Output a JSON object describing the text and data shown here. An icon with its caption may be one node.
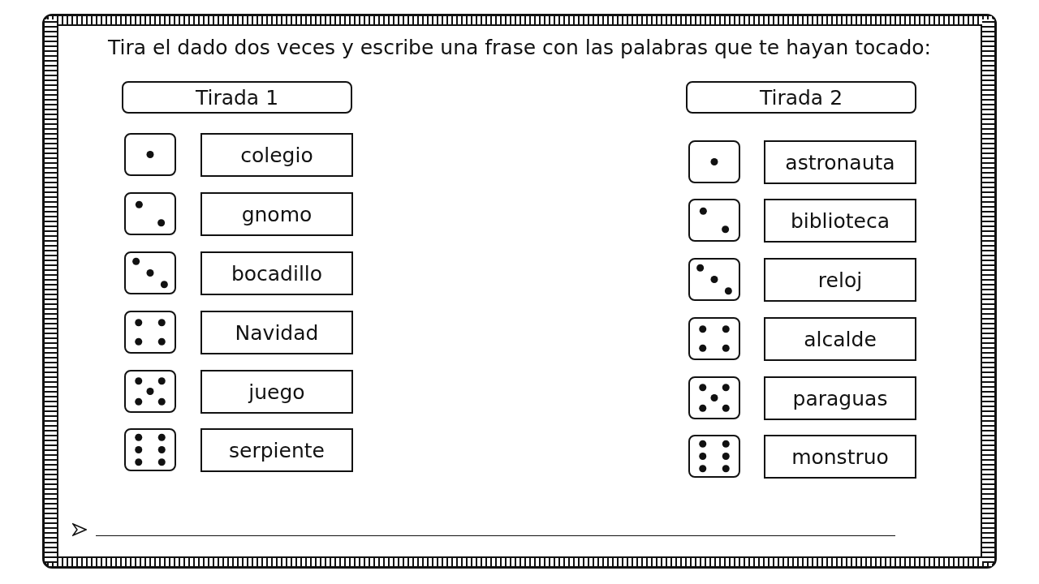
{
  "diagram": {
    "title": "Tira el dado dos veces y escribe una frase con las palabras que te hayan tocado:",
    "nodes": [
      {
        "text": [
          "Tirada 1"
        ]
      },
      {
        "text": [
          "colegio"
        ]
      },
      {
        "text": [
          "gnomo"
        ]
      },
      {
        "text": [
          "bocadillo"
        ]
      },
      {
        "text": [
          "Navidad"
        ]
      },
      {
        "text": [
          "juego"
        ]
      },
      {
        "text": [
          "serpiente"
        ]
      },
      {
        "text": [
          "Tirada 2"
        ]
      },
      {
        "text": [
          "astronauta"
        ]
      },
      {
        "text": [
          "biblioteca"
        ]
      },
      {
        "text": [
          "reloj"
        ]
      },
      {
        "text": [
          "alcalde"
        ]
      },
      {
        "text": [
          "paraguas"
        ]
      },
      {
        "text": [
          "monstruo"
        ]
      }
    ],
    "edges": []
  }
}
